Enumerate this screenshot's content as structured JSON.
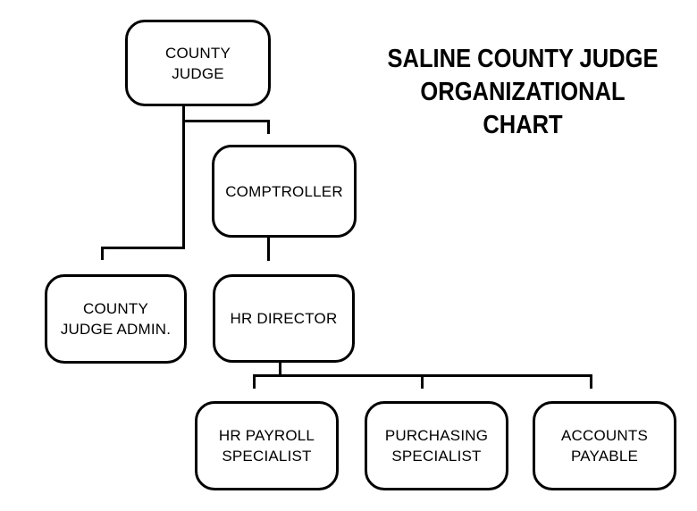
{
  "title": [
    "SALINE COUNTY JUDGE",
    "ORGANIZATIONAL",
    "CHART"
  ],
  "nodes": {
    "county_judge": [
      "COUNTY",
      "JUDGE"
    ],
    "comptroller": [
      "COMPTROLLER"
    ],
    "county_judge_admin": [
      "COUNTY",
      "JUDGE ADMIN."
    ],
    "hr_director": [
      "HR DIRECTOR"
    ],
    "hr_payroll": [
      "HR PAYROLL",
      "SPECIALIST"
    ],
    "purchasing": [
      "PURCHASING",
      "SPECIALIST"
    ],
    "accounts_payable": [
      "ACCOUNTS",
      "PAYABLE"
    ]
  }
}
